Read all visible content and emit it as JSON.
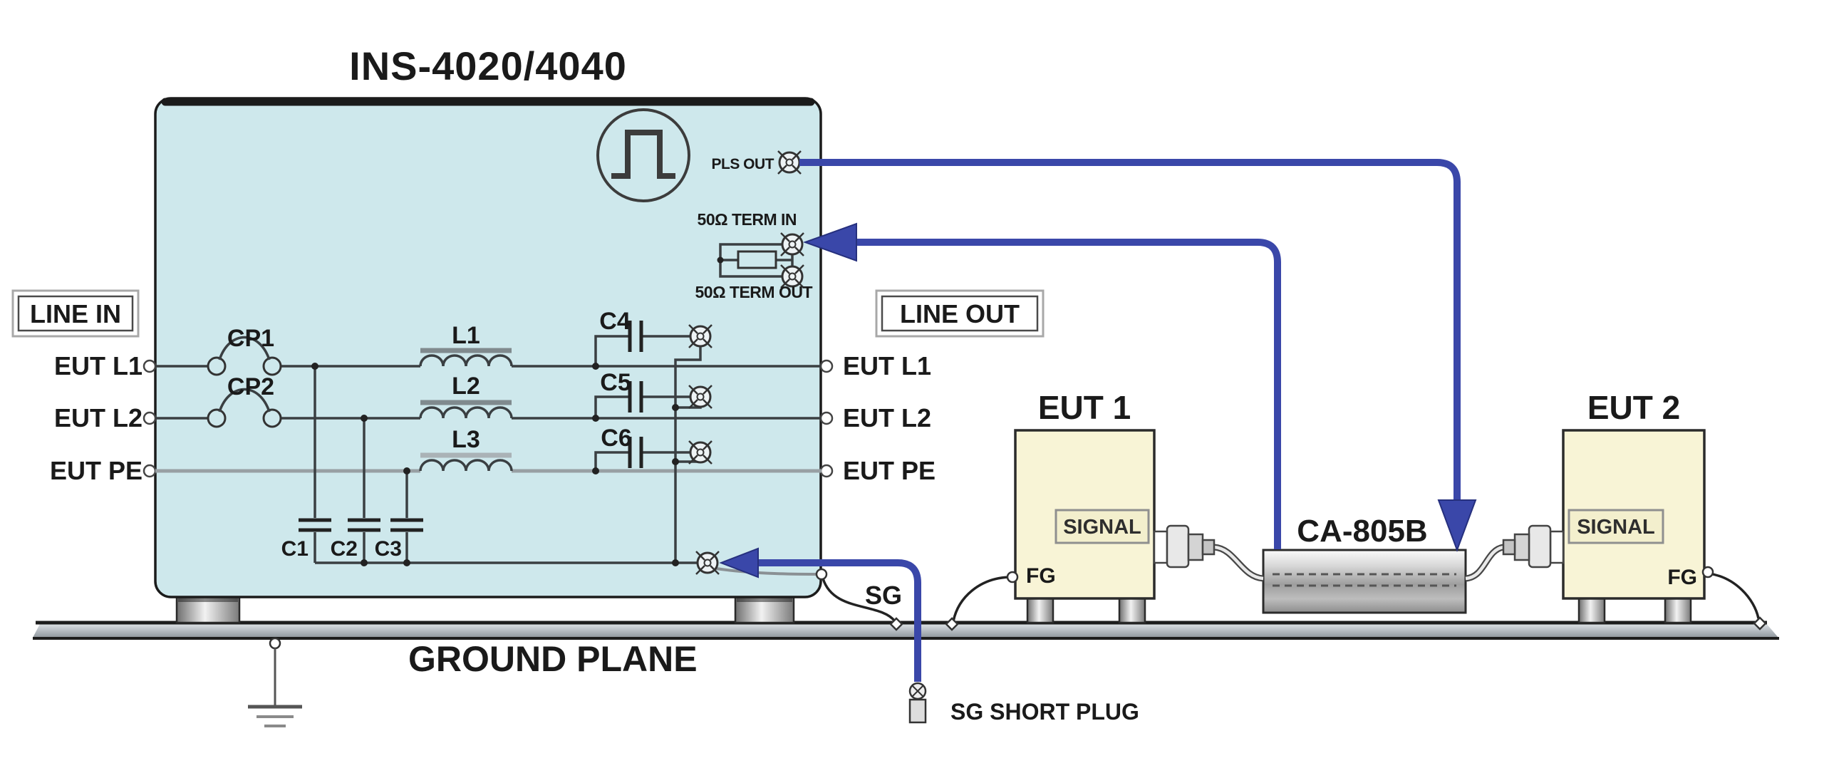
{
  "ins": {
    "title": "INS-4020/4040",
    "pls_out": "PLS OUT",
    "term_in": "50Ω TERM IN",
    "term_out": "50Ω TERM OUT",
    "line_in": "LINE IN",
    "line_out": "LINE OUT",
    "inputs": [
      "EUT L1",
      "EUT L2",
      "EUT PE"
    ],
    "outputs": [
      "EUT L1",
      "EUT L2",
      "EUT PE"
    ],
    "relays": [
      "CP1",
      "CP2"
    ],
    "inductors": [
      "L1",
      "L2",
      "L3"
    ],
    "shunt_caps": [
      "C1",
      "C2",
      "C3"
    ],
    "coupling_caps": [
      "C4",
      "C5",
      "C6"
    ],
    "sg_label": "SG"
  },
  "setup": {
    "ground_plane": "GROUND PLANE",
    "sg_short_plug": "SG SHORT PLUG",
    "coupling_clamp": "CA-805B",
    "eut1": {
      "title": "EUT 1",
      "signal": "SIGNAL",
      "fg": "FG"
    },
    "eut2": {
      "title": "EUT 2",
      "signal": "SIGNAL",
      "fg": "FG"
    }
  },
  "colors": {
    "cable_blue": "#3a47a9",
    "unit_fill": "#cee8ec",
    "eut_fill": "#f8f4d6",
    "ground_plane_gray": "#9aa0a6"
  }
}
